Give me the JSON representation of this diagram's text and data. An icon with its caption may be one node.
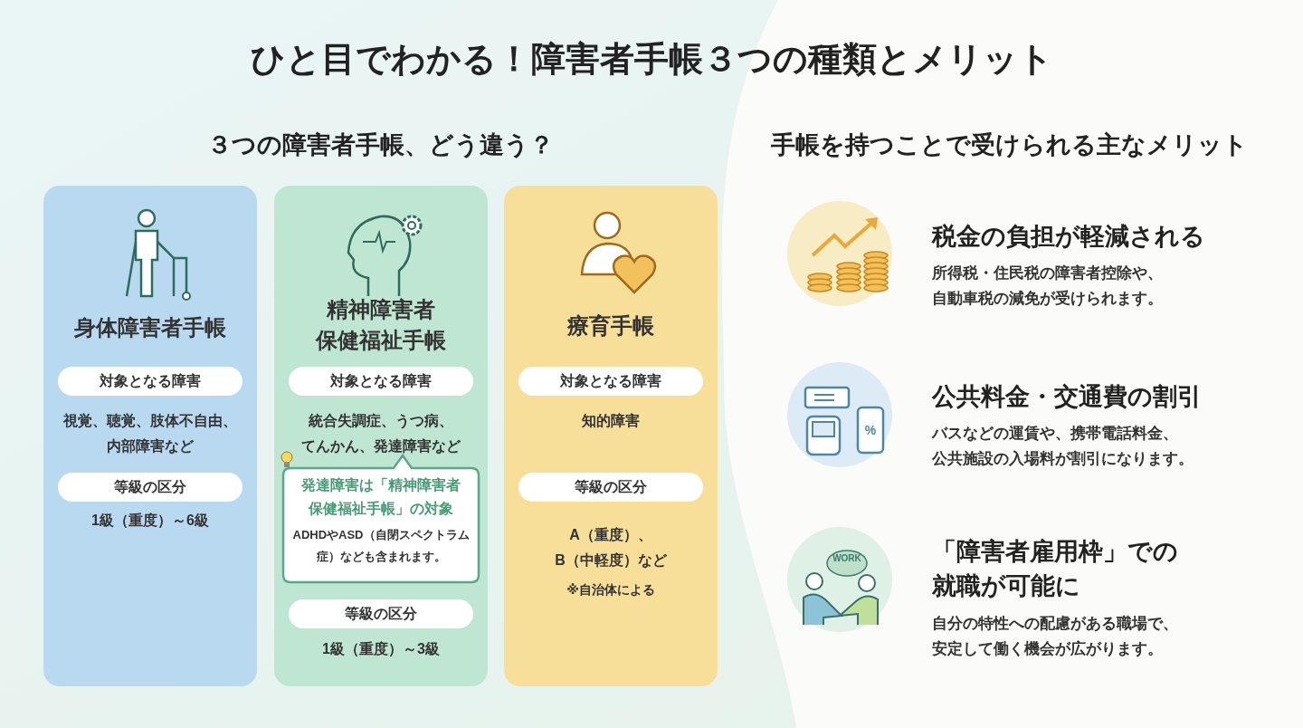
{
  "diagram": {
    "title": "ひと目でわかる！障害者手帳３つの種類とメリット",
    "nodes": [
      {
        "text": [
          "身体障害者手帳",
          "視覚、聴覚、肢体不自由、内部障害など",
          "1級（重度）～6級"
        ]
      },
      {
        "text": [
          "対象となる障害"
        ],
        "in": 0
      },
      {
        "text": [
          "等級の区分"
        ],
        "in": 0
      },
      {
        "text": [
          "精神障害者保健福祉手帳",
          "統合失調症、うつ病、てんかん、発達障害など",
          "1級（重度）～3級"
        ]
      },
      {
        "text": [
          "対象となる障害"
        ],
        "in": 3
      },
      {
        "text": [
          "発達障害は「精神障害者保健福祉手帳」の対象",
          "ADHDやASD（自閉スペクトラム症）なども含まれます。"
        ],
        "in": 3
      },
      {
        "text": [
          "等級の区分"
        ],
        "in": 3
      },
      {
        "text": [
          "療育手帳",
          "知的障害",
          "A（重度）、",
          "B（中軽度）など",
          "※自治体による"
        ]
      },
      {
        "text": [
          "対象となる障害"
        ],
        "in": 7
      },
      {
        "text": [
          "等級の区分"
        ],
        "in": 7
      }
    ],
    "labels": [
      "３つの障害者手帳、どう違う？",
      "手帳を持つことで受けられる主なメリット",
      "税金の負担が軽減される",
      "所得税・住民税の障害者控除や、自動車税の減免が受けられます。",
      "公共料金・交通費の割引",
      "バスなどの運賃や、携帯電話料金、公共施設の入場料が割引になります。",
      "%",
      "WORK",
      "「障害者雇用枠」での就職が可能に",
      "自分の特性への配慮がある職場で、安定して働く機会が広がります。"
    ]
  }
}
